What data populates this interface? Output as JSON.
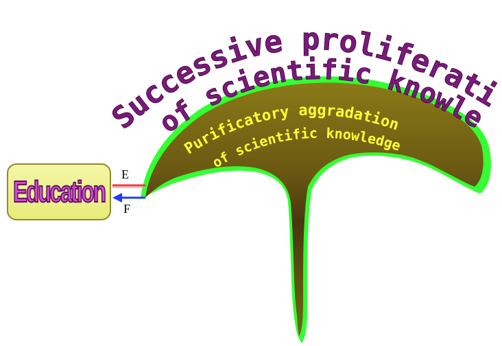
{
  "diagram": {
    "outer_arc_line1": "Successive proliferation",
    "outer_arc_line2": "of scientific knowledge",
    "inner_arc_line1": "Purificatory aggradation",
    "inner_arc_line2": "of scientific knowledge",
    "education_label": "Education",
    "arrow_e_label": "E",
    "arrow_f_label": "F",
    "colors": {
      "outer_text": "#7a1a7a",
      "inner_text": "#ffff33",
      "shape_fill": "#6b5a10",
      "shape_border": "#33ff33",
      "education_text": "#d84bd6",
      "education_box": "#eef08c",
      "arrow_e": "#ff3333",
      "arrow_f": "#1f3bff"
    }
  }
}
